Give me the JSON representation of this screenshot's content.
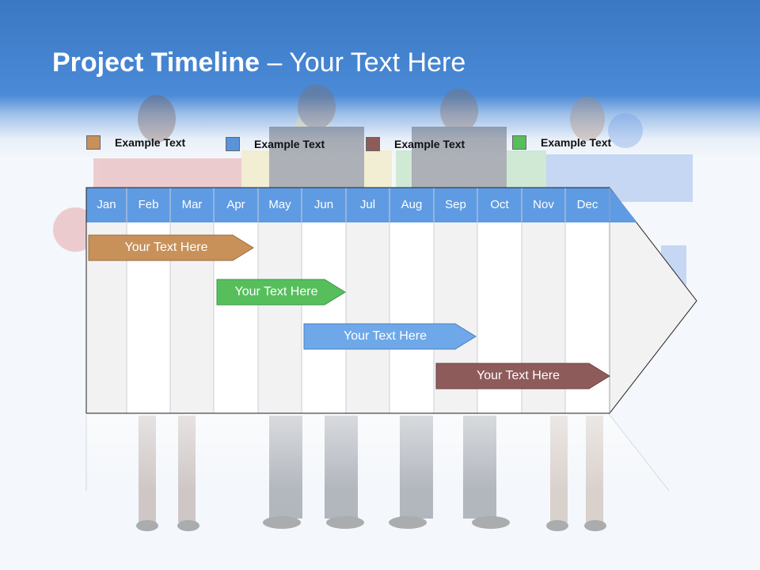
{
  "header": {
    "title_bold": "Project Timeline",
    "title_rest": " – Your Text Here"
  },
  "legend": [
    {
      "label": "Example Text",
      "color": "#c8915a"
    },
    {
      "label": "Example Text",
      "color": "#5b93d8"
    },
    {
      "label": "Example Text",
      "color": "#8e5b5b"
    },
    {
      "label": "Example Text",
      "color": "#56bf5c"
    }
  ],
  "months": [
    "Jan",
    "Feb",
    "Mar",
    "Apr",
    "May",
    "Jun",
    "Jul",
    "Aug",
    "Sep",
    "Oct",
    "Nov",
    "Dec"
  ],
  "bars": [
    {
      "label": "Your  Text Here",
      "color": "#c8915a",
      "text_color": "#ffffff"
    },
    {
      "label": "Your  Text Here",
      "color": "#56bf5c",
      "text_color": "#ffffff"
    },
    {
      "label": "Your  Text Here",
      "color": "#6ea8e8",
      "text_color": "#ffffff"
    },
    {
      "label": "Your  Text Here",
      "color": "#8e5b5b",
      "text_color": "#ffffff"
    }
  ],
  "colors": {
    "month_header": "#5f9be3",
    "header_blue": "#3b78c4"
  }
}
